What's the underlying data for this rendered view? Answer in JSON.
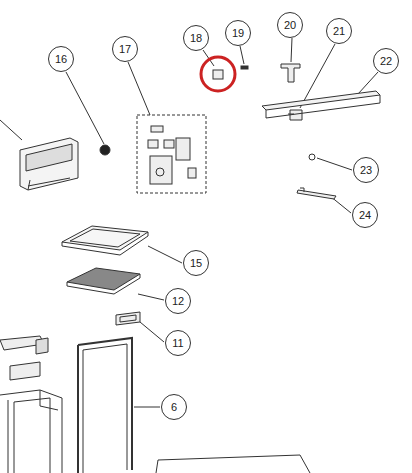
{
  "diagram": {
    "labels": [
      "16",
      "17",
      "18",
      "19",
      "20",
      "21",
      "22",
      "23",
      "24",
      "15",
      "12",
      "11",
      "6"
    ]
  }
}
